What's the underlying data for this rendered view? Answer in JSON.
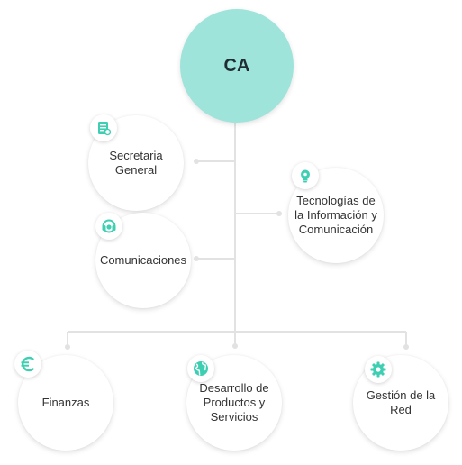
{
  "root": {
    "label": "CA"
  },
  "nodes": {
    "secretaria": {
      "label": "Secretaria\nGeneral",
      "icon": "document-icon"
    },
    "comunicaciones": {
      "label": "Comunicaciones",
      "icon": "headset-icon"
    },
    "tecnologias": {
      "label": "Tecnologías de\nla Información y\nComunicación",
      "icon": "lightbulb-icon"
    },
    "finanzas": {
      "label": "Finanzas",
      "icon": "euro-icon"
    },
    "desarrollo": {
      "label": "Desarrollo de\nProductos y\nServicios",
      "icon": "globe-icon"
    },
    "gestion": {
      "label": "Gestión de la\nRed",
      "icon": "gear-icon"
    }
  },
  "colors": {
    "root_fill": "#9ee4da",
    "icon_accent": "#3ecfb2",
    "connector": "#e3e3e3"
  }
}
